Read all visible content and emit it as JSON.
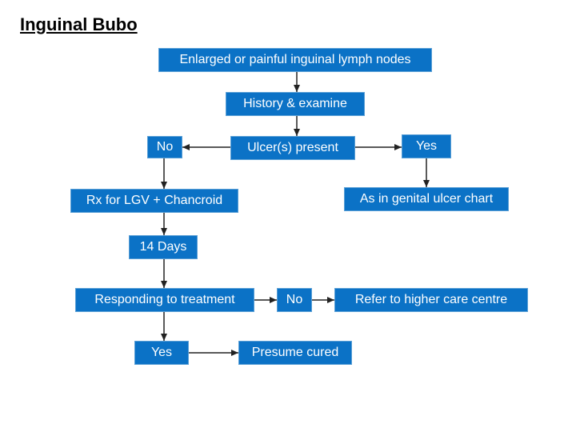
{
  "title": "Inguinal Bubo",
  "nodes": {
    "enlarged": "Enlarged or painful inguinal lymph nodes",
    "history": "History & examine",
    "no_left": "No",
    "ulcers": "Ulcer(s) present",
    "yes_right": "Yes",
    "rx": "Rx for LGV + Chancroid",
    "genital_ulcer": "As in genital ulcer chart",
    "days14": "14 Days",
    "responding": "Responding to treatment",
    "no_mid": "No",
    "refer": "Refer to higher care centre",
    "yes_bottom": "Yes",
    "cured": "Presume cured"
  },
  "colors": {
    "box_fill": "#0b72c6",
    "box_text": "#ffffff",
    "line": "#222222"
  }
}
